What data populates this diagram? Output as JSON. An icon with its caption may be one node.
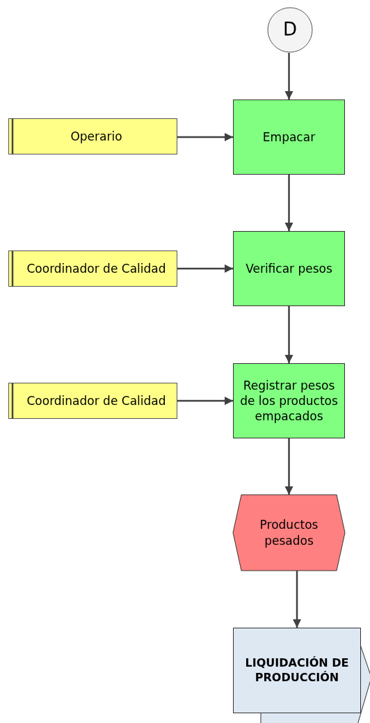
{
  "diagram": {
    "nodes": [
      {
        "text": [
          "D"
        ]
      },
      {
        "text": [
          "Operario"
        ]
      },
      {
        "text": [
          "Empacar"
        ]
      },
      {
        "text": [
          "Coordinador de Calidad"
        ]
      },
      {
        "text": [
          "Verificar pesos"
        ]
      },
      {
        "text": [
          "Coordinador de Calidad"
        ]
      },
      {
        "text": [
          "Registrar pesos de los productos empacados"
        ]
      },
      {
        "text": [
          "Productos pesados"
        ]
      },
      {
        "text": [
          "LIQUIDACIÓN DE PRODUCCIÓN"
        ]
      }
    ],
    "edges": [
      {
        "from": 0,
        "to": 2,
        "arrow": "to"
      },
      {
        "from": 1,
        "to": 2,
        "arrow": "to"
      },
      {
        "from": 2,
        "to": 4,
        "arrow": "to"
      },
      {
        "from": 3,
        "to": 4,
        "arrow": "to"
      },
      {
        "from": 4,
        "to": 6,
        "arrow": "to"
      },
      {
        "from": 5,
        "to": 6,
        "arrow": "to"
      },
      {
        "from": 6,
        "to": 7,
        "arrow": "to"
      },
      {
        "from": 7,
        "to": 8,
        "arrow": "to"
      }
    ]
  }
}
